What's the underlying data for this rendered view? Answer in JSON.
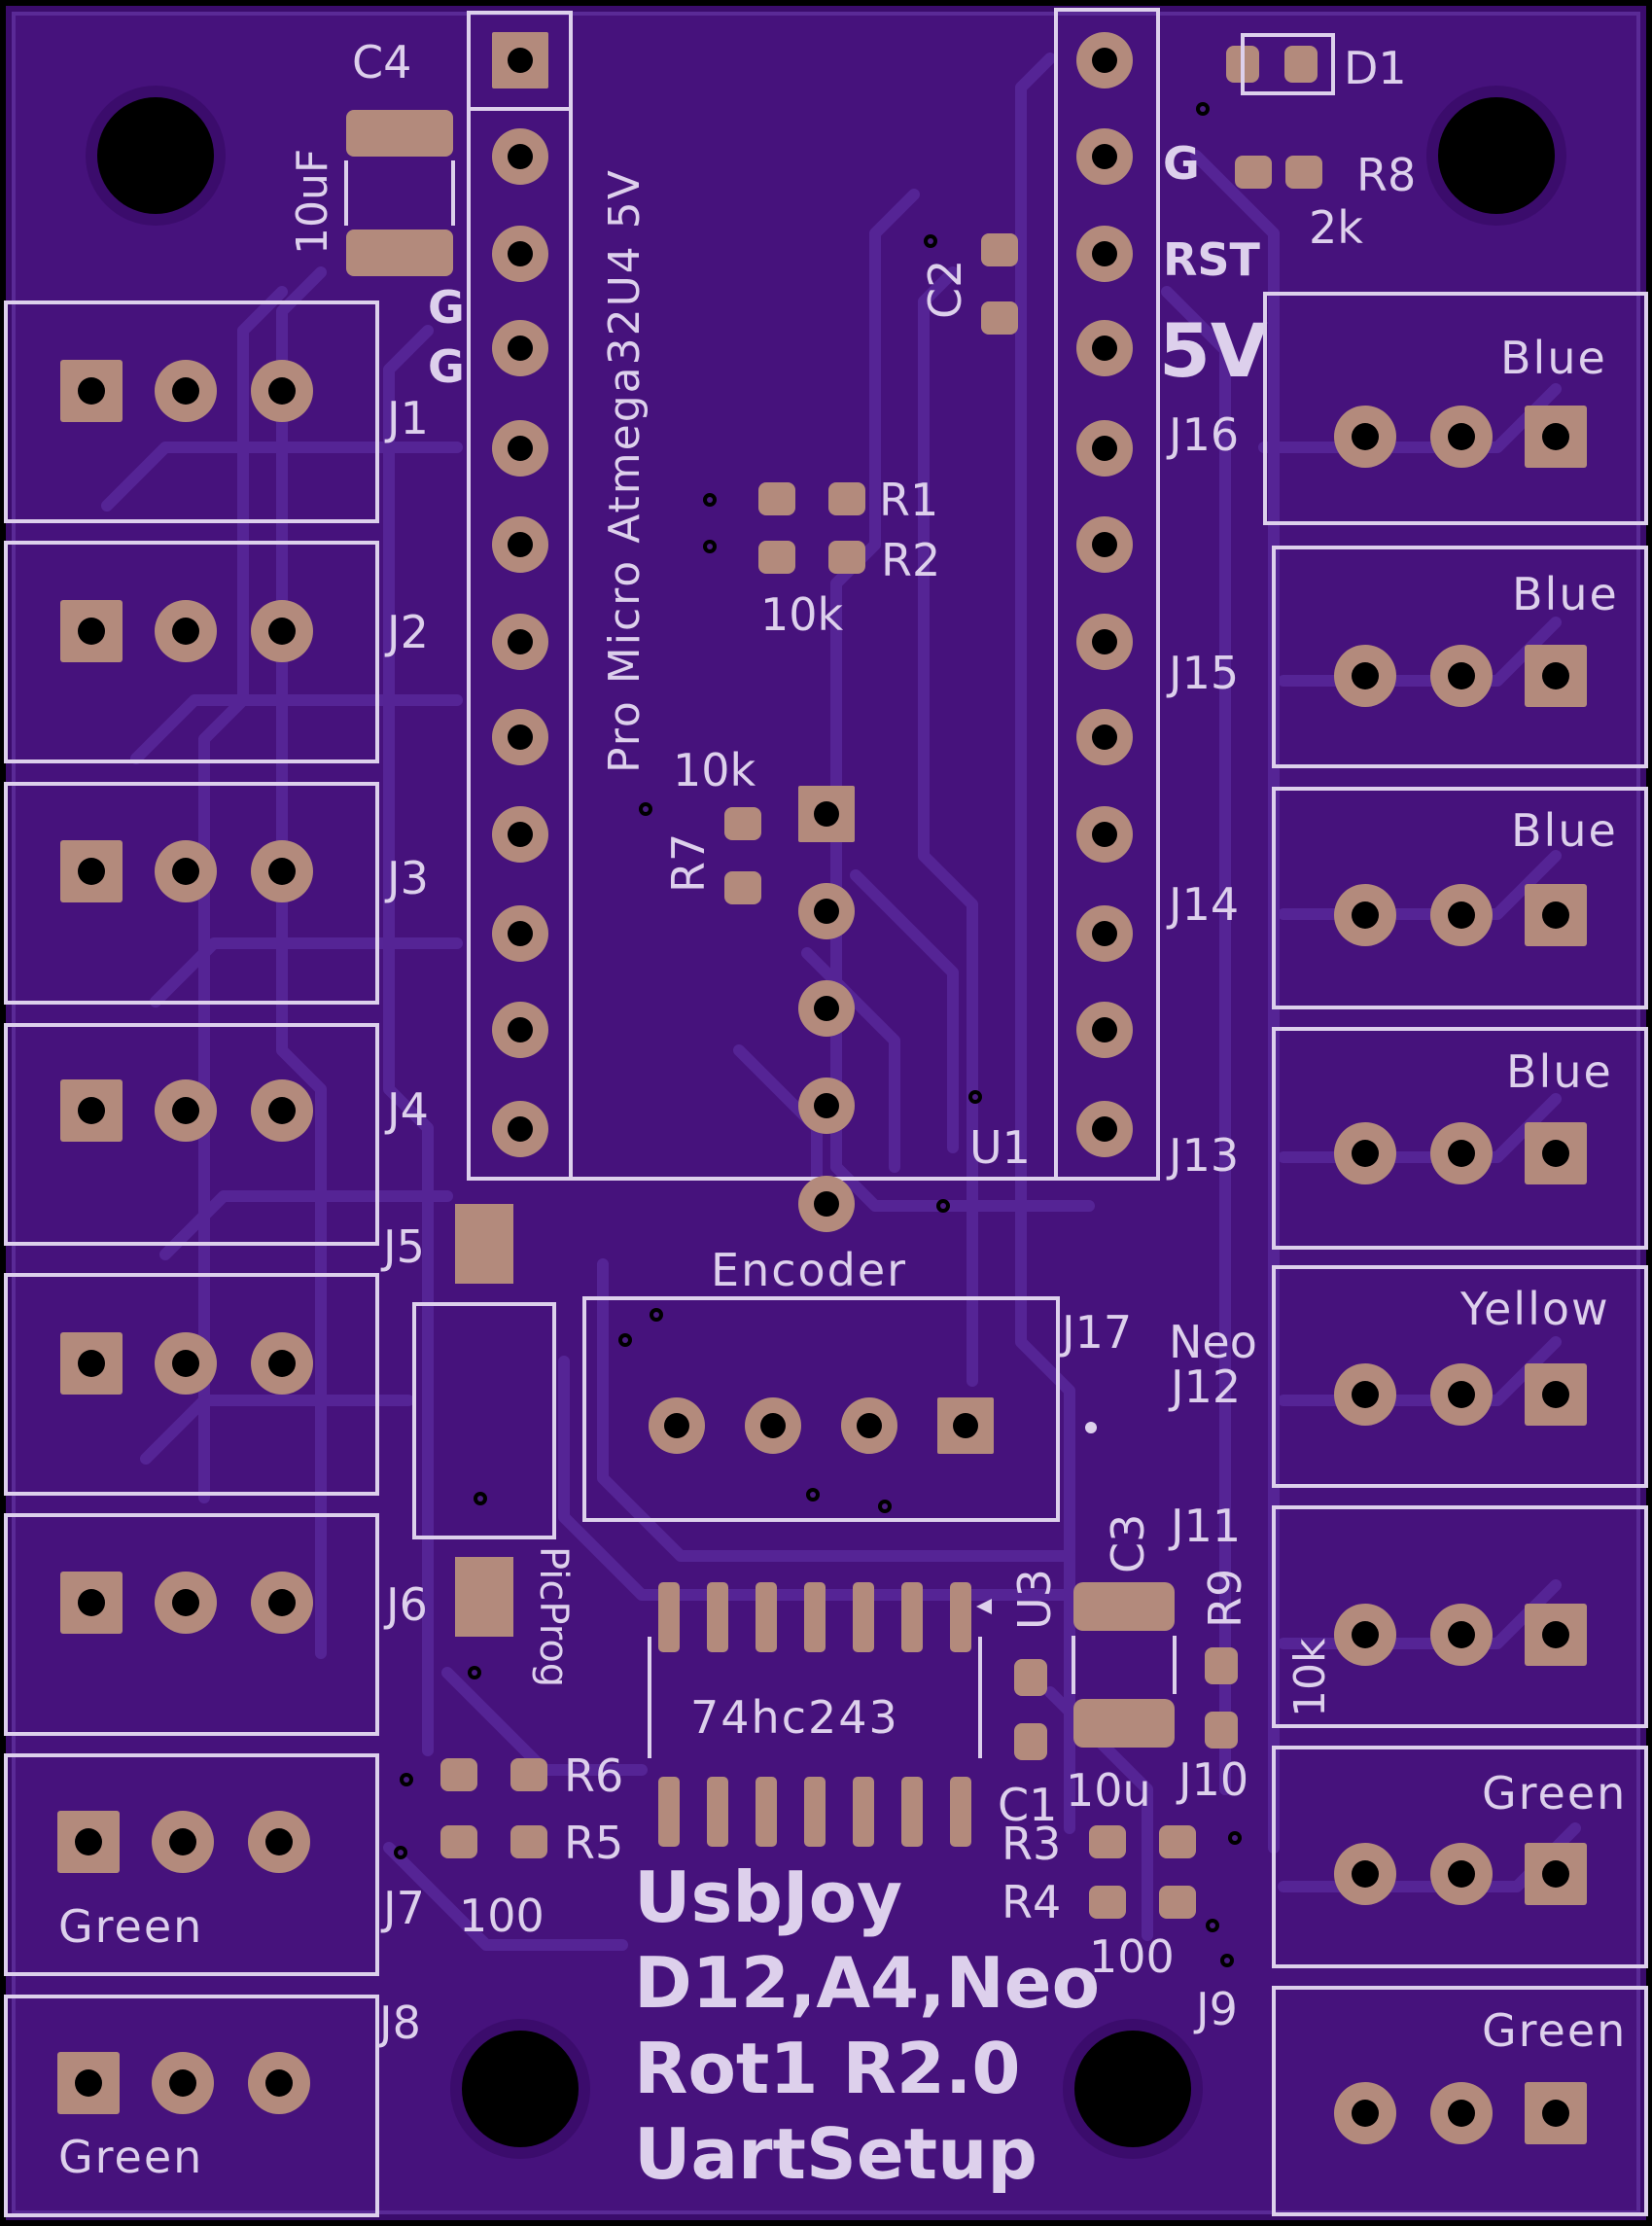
{
  "board": {
    "colors": {
      "substrate": "#3b0c6c",
      "copper_fill": "#46127c",
      "trace": "#5a2a96",
      "silkscreen": "#ddd0ec",
      "pad": "#b38a7c",
      "drill": "#000000"
    },
    "module": {
      "name": "Pro Micro Atmega32U4 5V",
      "ref": "U1",
      "pin_labels": {
        "g1": "G",
        "g2": "G",
        "right_g": "G",
        "rst": "RST",
        "vcc": "5V"
      }
    },
    "connectors": [
      {
        "ref": "J1",
        "label": ""
      },
      {
        "ref": "J2",
        "label": ""
      },
      {
        "ref": "J3",
        "label": ""
      },
      {
        "ref": "J4",
        "label": ""
      },
      {
        "ref": "J5",
        "label": ""
      },
      {
        "ref": "J6",
        "label": ""
      },
      {
        "ref": "J7",
        "label": "Green"
      },
      {
        "ref": "J8",
        "label": "Green"
      },
      {
        "ref": "J9",
        "label": "Green"
      },
      {
        "ref": "J10",
        "label": "Green"
      },
      {
        "ref": "J11",
        "label": ""
      },
      {
        "ref": "J12",
        "label": "Yellow"
      },
      {
        "ref": "J13",
        "label": "Blue"
      },
      {
        "ref": "J14",
        "label": "Blue"
      },
      {
        "ref": "J15",
        "label": "Blue"
      },
      {
        "ref": "J16",
        "label": "Blue"
      },
      {
        "ref": "J17",
        "label": "Encoder"
      }
    ],
    "components": {
      "c4": {
        "ref": "C4",
        "value": "10uF"
      },
      "c2": {
        "ref": "C2"
      },
      "c1": {
        "ref": "C1"
      },
      "c3": {
        "ref": "C3",
        "value": "10u"
      },
      "d1": {
        "ref": "D1"
      },
      "r8": {
        "ref": "R8",
        "value": "2k"
      },
      "r1": {
        "ref": "R1"
      },
      "r2": {
        "ref": "R2",
        "value": "10k"
      },
      "r7": {
        "ref": "R7",
        "value": "10k"
      },
      "r9": {
        "ref": "R9",
        "value": "10k"
      },
      "r6": {
        "ref": "R6"
      },
      "r5": {
        "ref": "R5",
        "value": "100"
      },
      "r3": {
        "ref": "R3"
      },
      "r4": {
        "ref": "R4",
        "value": "100"
      },
      "u3": {
        "ref": "U3",
        "value": "74hc243"
      },
      "neo": "Neo",
      "picprog": "PicProg"
    },
    "title_lines": [
      "UsbJoy",
      "D12,A4,Neo",
      "Rot1 R2.0",
      "UartSetup"
    ]
  }
}
